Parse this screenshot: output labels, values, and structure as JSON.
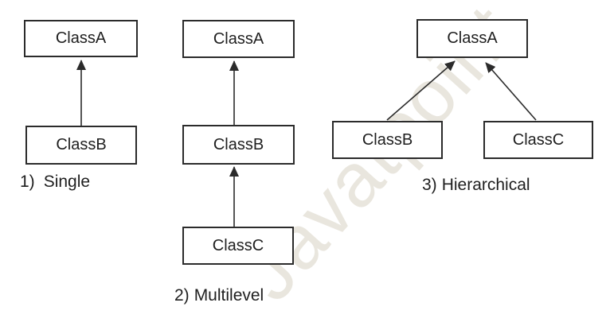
{
  "watermark": {
    "text": "Javatpoint"
  },
  "colors": {
    "line": "#2b2b2b",
    "text": "#1f1f1f",
    "box_background": "#ffffff",
    "watermark": "#e9e6de"
  },
  "diagrams": [
    {
      "caption_number": "1)",
      "caption_text": "Single",
      "nodes": [
        {
          "label": "ClassA"
        },
        {
          "label": "ClassB"
        }
      ],
      "edges": [
        "ClassB inherits ClassA"
      ]
    },
    {
      "caption_number": "2)",
      "caption_text": "Multilevel",
      "nodes": [
        {
          "label": "ClassA"
        },
        {
          "label": "ClassB"
        },
        {
          "label": "ClassC"
        }
      ],
      "edges": [
        "ClassB inherits ClassA",
        "ClassC inherits ClassB"
      ]
    },
    {
      "caption_number": "3)",
      "caption_text": "Hierarchical",
      "nodes": [
        {
          "label": "ClassA"
        },
        {
          "label": "ClassB"
        },
        {
          "label": "ClassC"
        }
      ],
      "edges": [
        "ClassB inherits ClassA",
        "ClassC inherits ClassA"
      ]
    }
  ]
}
